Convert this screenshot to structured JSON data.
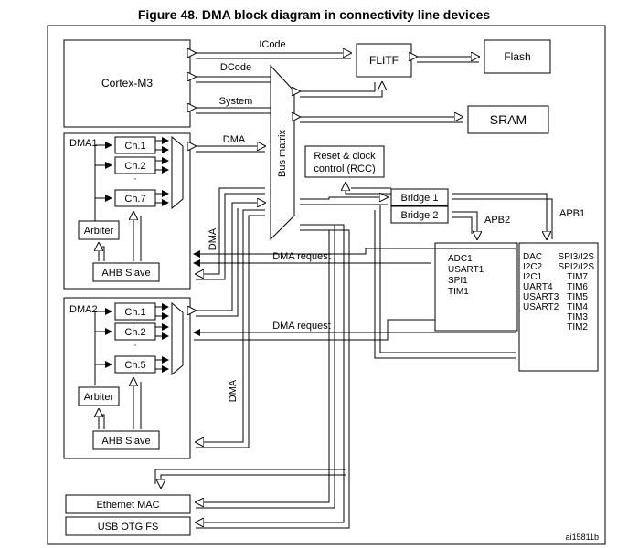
{
  "title": "Figure 48. DMA block diagram in connectivity line devices",
  "blocks": {
    "cortex": "Cortex-M3",
    "flitf": "FLITF",
    "flash": "Flash",
    "sram": "SRAM",
    "rcc_line1": "Reset & clock",
    "rcc_line2": "control (RCC)",
    "bridge1": "Bridge  1",
    "bridge2": "Bridge  2",
    "bus_matrix": "Bus matrix",
    "ethernet": "Ethernet MAC",
    "usb": "USB OTG FS"
  },
  "buses": {
    "icode": "ICode",
    "dcode": "DCode",
    "system": "System",
    "dma_bus": "DMA",
    "dma_vertical_1": "DMA",
    "dma_vertical_2": "DMA",
    "dma_request_1": "DMA request",
    "dma_request_2": "DMA request",
    "apb1": "APB1",
    "apb2": "APB2"
  },
  "dma1": {
    "label": "DMA1",
    "channels": [
      "Ch.1",
      "Ch.2",
      "Ch.7"
    ],
    "dots": "·",
    "arbiter": "Arbiter",
    "slave": "AHB Slave"
  },
  "dma2": {
    "label": "DMA2",
    "channels": [
      "Ch.1",
      "Ch.2",
      "Ch.5"
    ],
    "dots": "·",
    "arbiter": "Arbiter",
    "slave": "AHB Slave"
  },
  "apb2_peripherals": [
    "ADC1",
    "USART1",
    "SPI1",
    "TIM1"
  ],
  "apb1_peripherals_left": [
    "DAC",
    "I2C2",
    "I2C1",
    "UART4",
    "USART3",
    "USART2"
  ],
  "apb1_peripherals_right": [
    "SPI3/I2S",
    "SPI2/I2S",
    "TIM7",
    "TIM6",
    "TIM5",
    "TIM4",
    "TIM3",
    "TIM2"
  ],
  "figure_id": "ai15811b"
}
